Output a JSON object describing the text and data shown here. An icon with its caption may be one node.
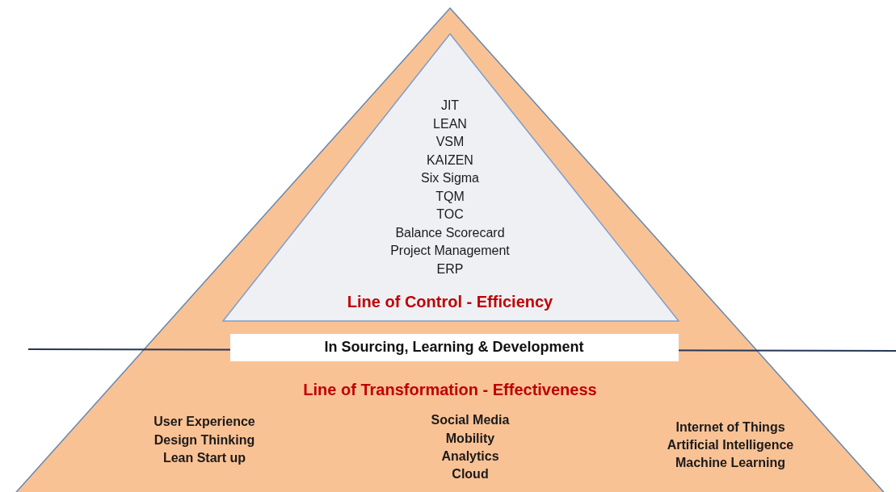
{
  "diagram": {
    "nodes": [
      {
        "text": [
          "Line of Transformation - Effectiveness",
          "User Experience",
          "Design Thinking",
          "Lean Start up",
          "Social Media",
          "Mobility",
          "Analytics",
          "Cloud",
          "Internet of Things",
          "Artificial Intelligence",
          "Machine Learning"
        ]
      },
      {
        "text": [
          "JIT",
          "LEAN",
          "VSM",
          "KAIZEN",
          "Six Sigma",
          "TQM",
          "TOC",
          "Balance Scorecard",
          "Project Management",
          "ERP",
          "Line of Control - Efficiency"
        ],
        "in": 0
      },
      {
        "text": [
          "In Sourcing, Learning & Development"
        ],
        "in": 0
      }
    ]
  }
}
